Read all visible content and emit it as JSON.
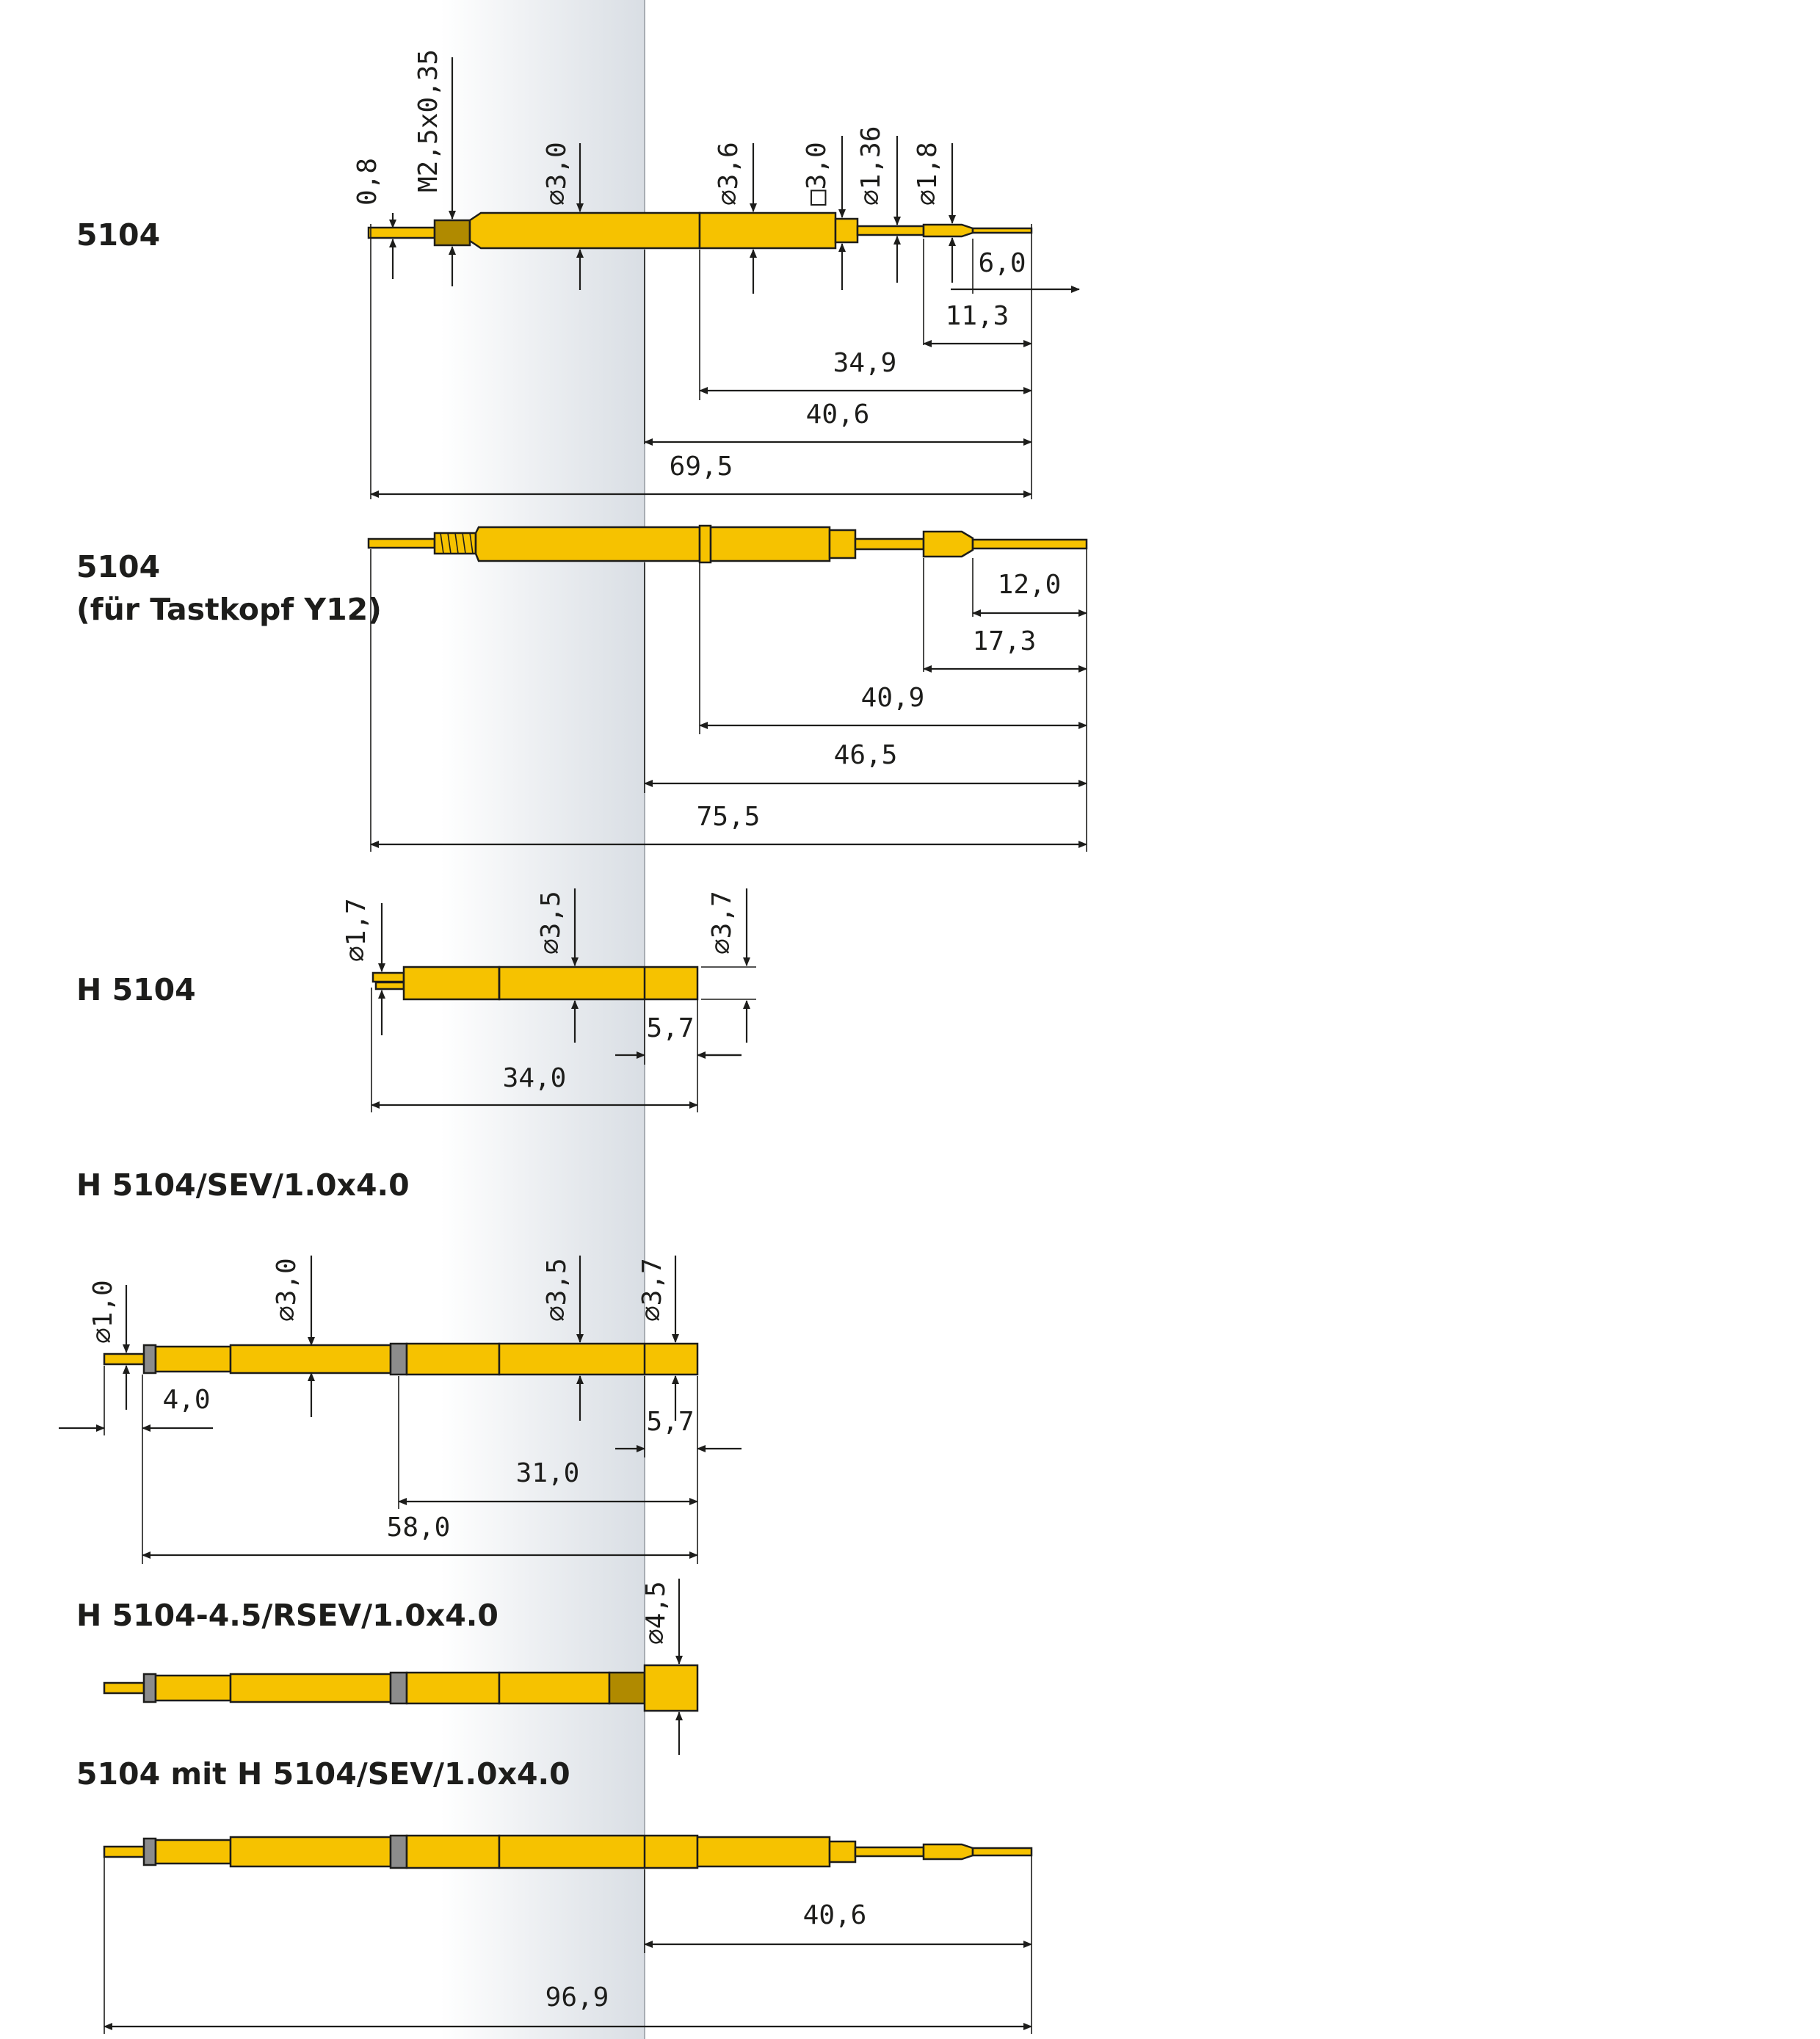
{
  "colors": {
    "pin": "#f6c200",
    "dark_band": "#b08a00",
    "gray_band": "#8c8c8c",
    "panel": "#dde1e6",
    "line": "#1d1d1b"
  },
  "sections": {
    "s1": {
      "label": "5104",
      "diameters": [
        "0,8",
        "M2,5x0,35",
        "⌀3,0",
        "⌀3,6",
        "□3,0",
        "⌀1,36",
        "⌀1,8"
      ],
      "lengths": [
        "6,0",
        "11,3",
        "34,9",
        "40,6",
        "69,5"
      ]
    },
    "s2": {
      "label_line1": "5104",
      "label_line2": "(für Tastkopf Y12)",
      "lengths": [
        "12,0",
        "17,3",
        "40,9",
        "46,5",
        "75,5"
      ]
    },
    "s3": {
      "label": "H 5104",
      "diameters": [
        "⌀1,7",
        "⌀3,5",
        "⌀3,7"
      ],
      "lengths": [
        "5,7",
        "34,0"
      ]
    },
    "s4": {
      "label": "H 5104/SEV/1.0x4.0",
      "diameters": [
        "⌀1,0",
        "⌀3,0",
        "⌀3,5",
        "⌀3,7"
      ],
      "lengths": [
        "4,0",
        "5,7",
        "31,0",
        "58,0"
      ]
    },
    "s5": {
      "label": "H 5104-4.5/RSEV/1.0x4.0",
      "diameters": [
        "⌀4,5"
      ]
    },
    "s6": {
      "label": "5104 mit H 5104/SEV/1.0x4.0",
      "lengths": [
        "40,6",
        "96,9"
      ]
    }
  }
}
